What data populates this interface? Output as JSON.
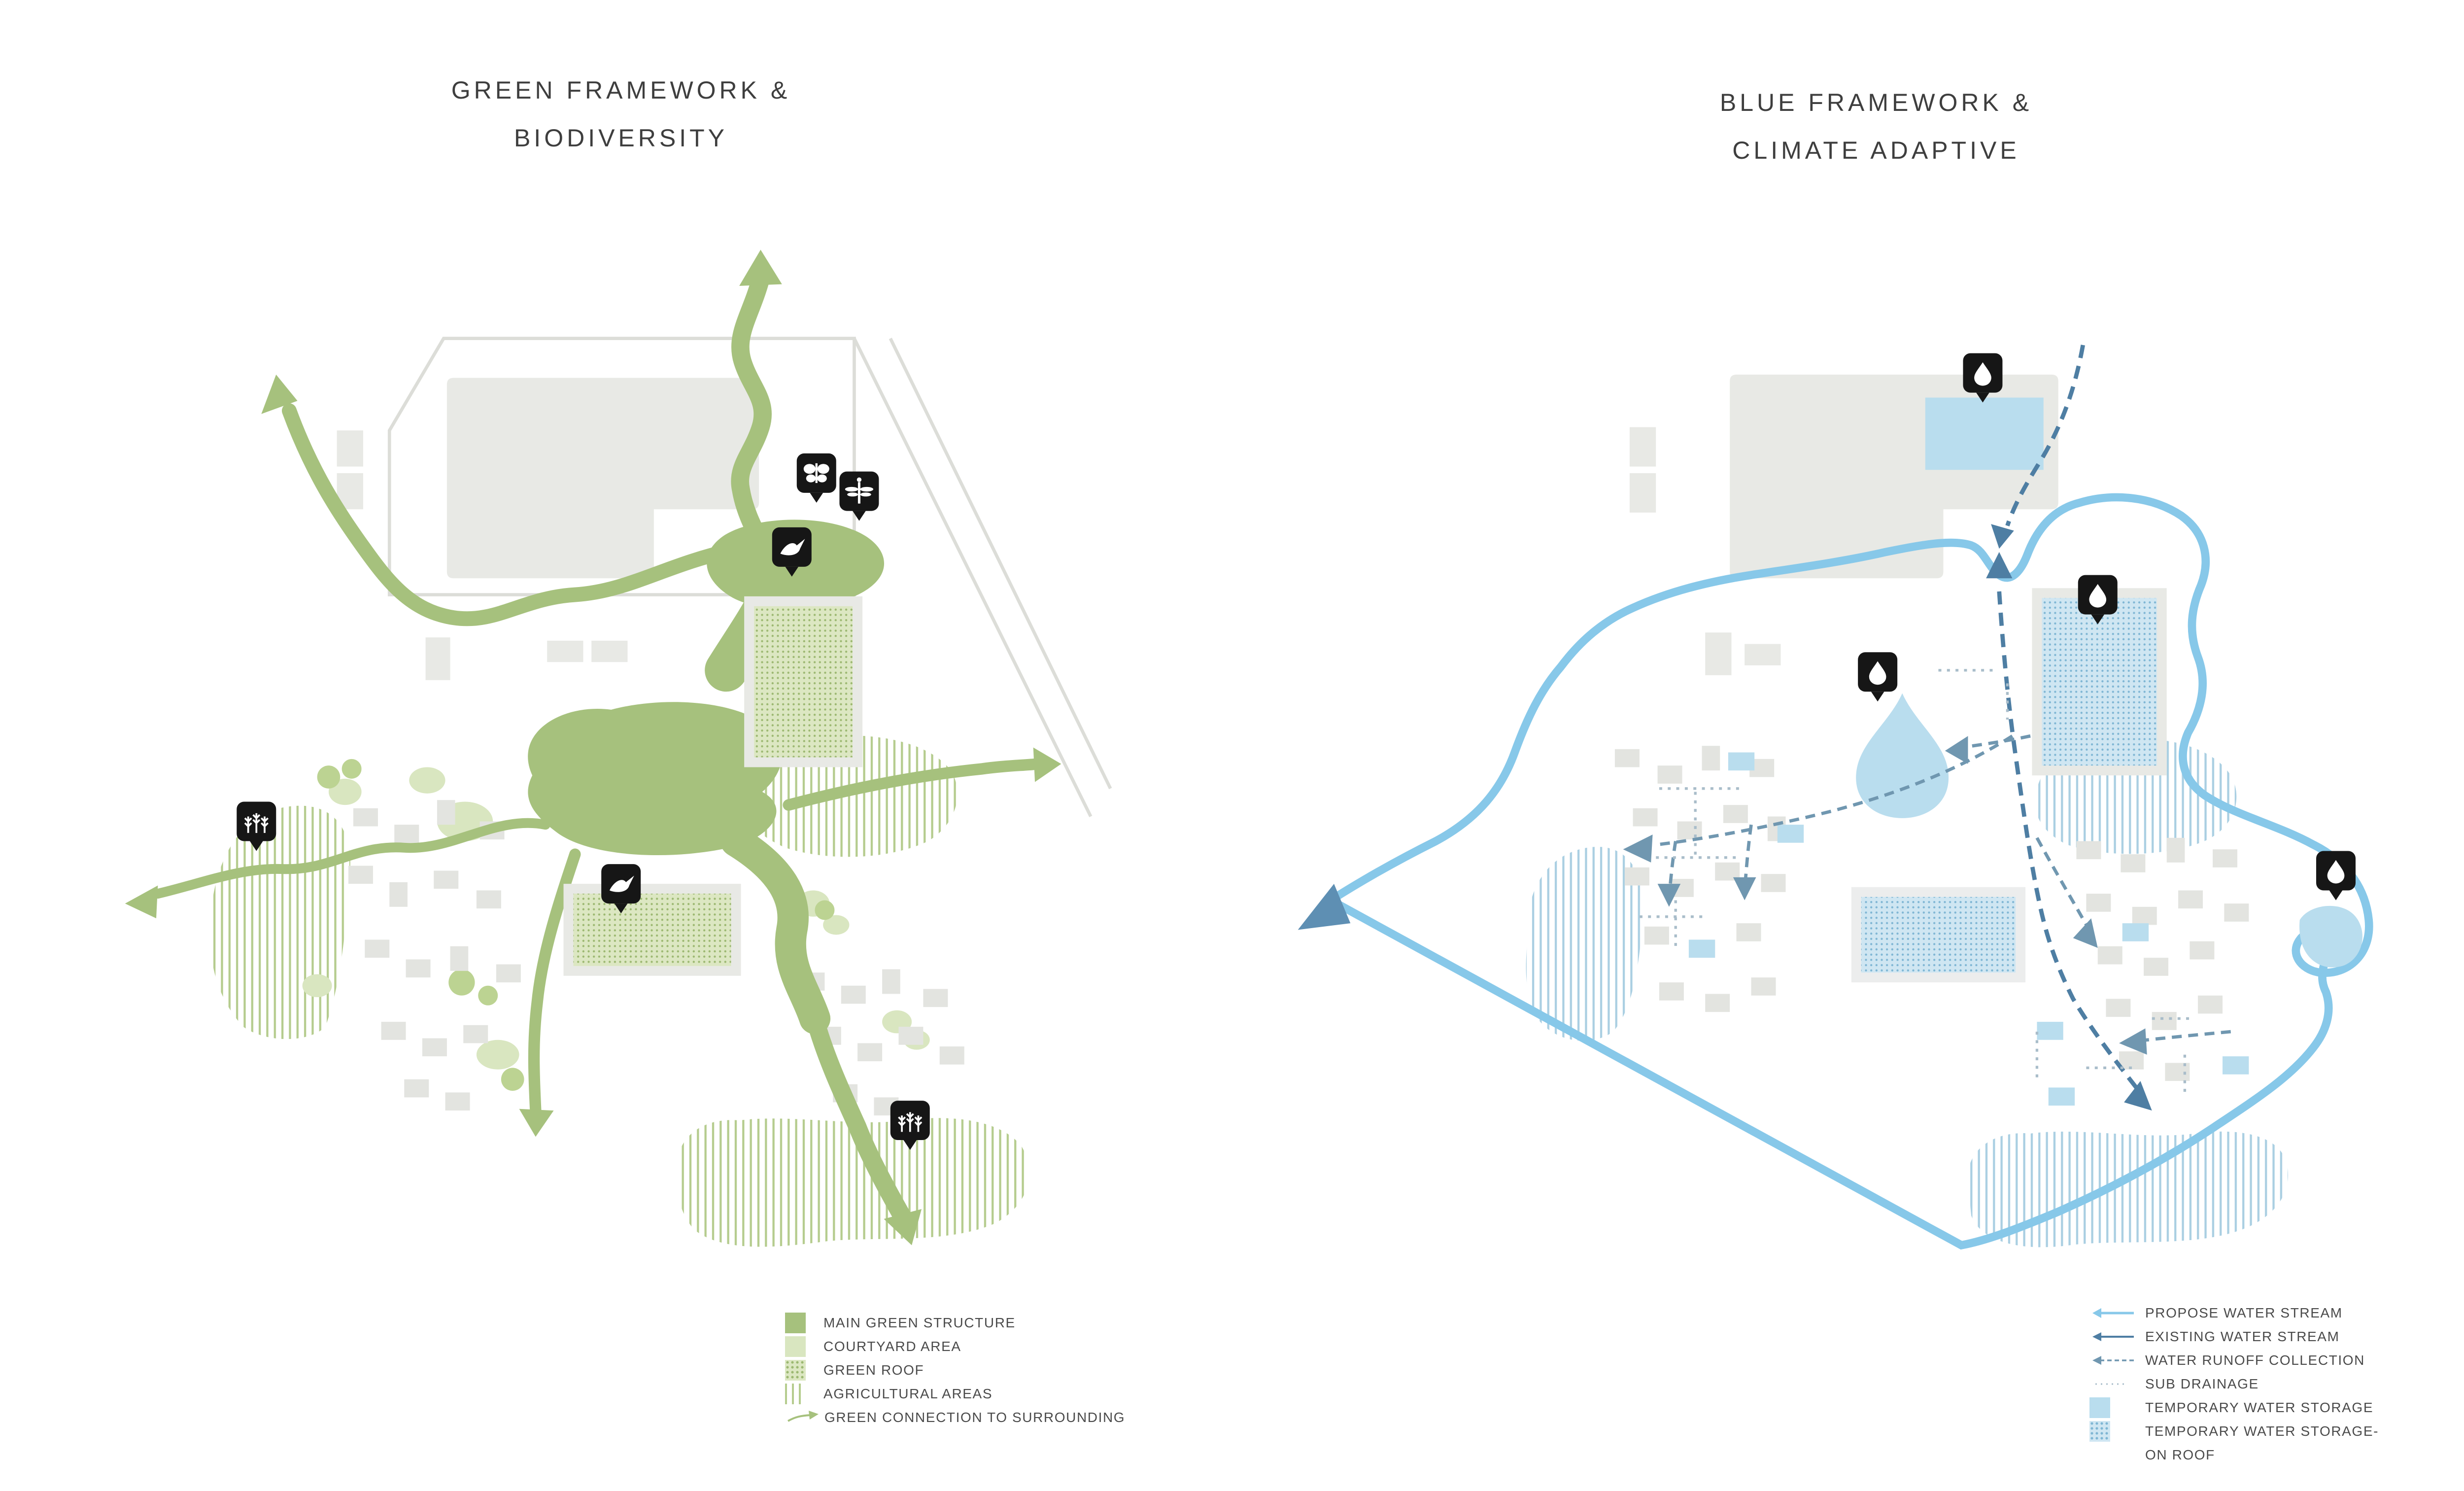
{
  "left_panel": {
    "title_line1": "GREEN FRAMEWORK &",
    "title_line2": "BIODIVERSITY",
    "legend": [
      {
        "swatch": "main-green-swatch",
        "label": "MAIN GREEN STRUCTURE"
      },
      {
        "swatch": "courtyard-swatch",
        "label": "COURTYARD AREA"
      },
      {
        "swatch": "green-roof-swatch",
        "label": "GREEN ROOF"
      },
      {
        "swatch": "agricultural-swatch",
        "label": "AGRICULTURAL AREAS"
      },
      {
        "swatch": "green-arrow-swatch",
        "label": "GREEN CONNECTION TO SURROUNDING"
      }
    ],
    "markers": [
      {
        "icon": "butterfly-icon"
      },
      {
        "icon": "dragonfly-icon"
      },
      {
        "icon": "bird-icon"
      },
      {
        "icon": "bird-icon"
      },
      {
        "icon": "crops-icon"
      },
      {
        "icon": "crops-icon"
      }
    ]
  },
  "right_panel": {
    "title_line1": "BLUE FRAMEWORK &",
    "title_line2": "CLIMATE ADAPTIVE",
    "legend": [
      {
        "swatch": "propose-stream-arrow",
        "label": "PROPOSE WATER STREAM"
      },
      {
        "swatch": "existing-stream-arrow",
        "label": "EXISTING WATER STREAM"
      },
      {
        "swatch": "runoff-arrow",
        "label": "WATER RUNOFF COLLECTION"
      },
      {
        "swatch": "sub-drainage-line",
        "label": "SUB DRAINAGE"
      },
      {
        "swatch": "water-storage-swatch",
        "label": "TEMPORARY WATER STORAGE"
      },
      {
        "swatch": "water-storage-roof-swatch",
        "label": "TEMPORARY WATER STORAGE-",
        "label_line2": "ON ROOF"
      }
    ],
    "markers": [
      {
        "icon": "water-drop-icon"
      },
      {
        "icon": "water-drop-icon"
      },
      {
        "icon": "water-drop-icon"
      },
      {
        "icon": "water-drop-icon"
      }
    ]
  },
  "colors": {
    "main_green": "#a6c17d",
    "courtyard_green": "#d9e6c0",
    "green_roof_base": "#dce7c2",
    "green_roof_dot": "#9cb871",
    "agricultural_line": "#b5cc8e",
    "building_gray": "#e8e9e5",
    "propose_stream_blue": "#87c8e9",
    "existing_stream_blue": "#4e7ea3",
    "runoff_blue": "#7097b0",
    "sub_drainage_gray": "#a9bdca",
    "storage_blue": "#b9ddee",
    "marker_black": "#161616"
  }
}
